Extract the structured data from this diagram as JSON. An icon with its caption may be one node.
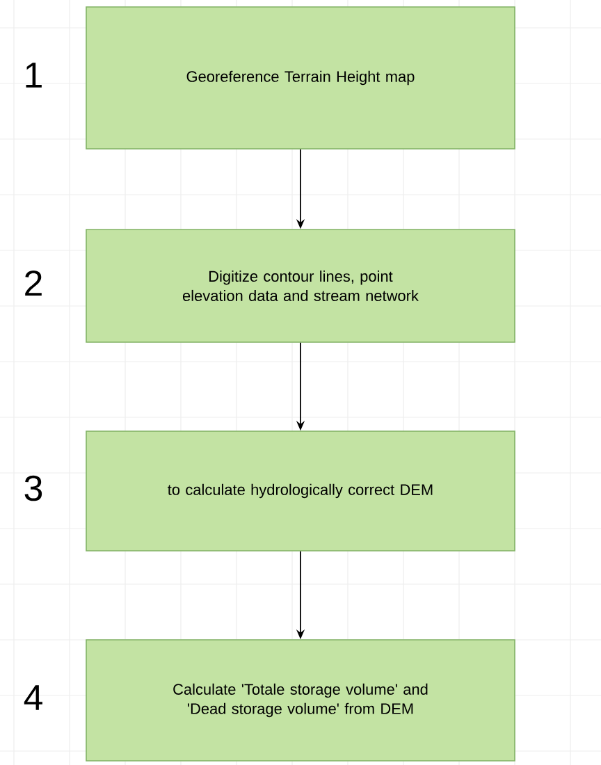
{
  "diagram": {
    "nodes": [
      {
        "text": [
          "Georeference Terrain Height map"
        ],
        "beside": [
          "1"
        ]
      },
      {
        "text": [
          "Digitize contour lines, point elevation data and stream network"
        ],
        "beside": [
          "2"
        ]
      },
      {
        "text": [
          "to calculate hydrologically correct DEM"
        ],
        "beside": [
          "3"
        ]
      },
      {
        "text": [
          "Calculate 'Totale storage volume' and 'Dead storage volume' from DEM"
        ],
        "beside": [
          "4"
        ]
      }
    ],
    "edges": [
      {
        "from": 0,
        "to": 1,
        "arrow": "to"
      },
      {
        "from": 1,
        "to": 2,
        "arrow": "to"
      },
      {
        "from": 2,
        "to": 3,
        "arrow": "to"
      }
    ]
  }
}
